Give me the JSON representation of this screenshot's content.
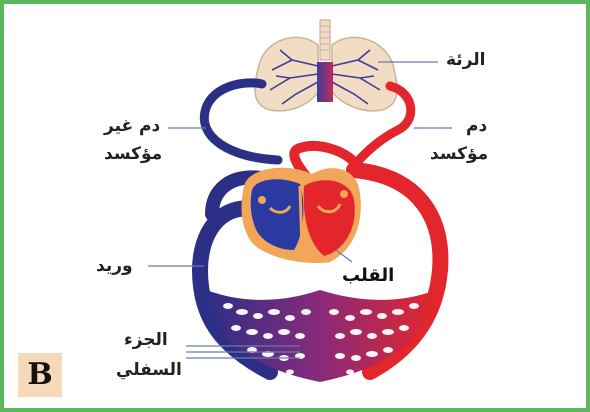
{
  "labels": {
    "lungs": "الرئة",
    "deoxygenated_line1": "دم غير",
    "deoxygenated_line2": "مؤكسد",
    "oxygenated_line1": "دم",
    "oxygenated_line2": "مؤكسد",
    "vein": "وريد",
    "heart": "القلب",
    "lower_body_line1": "الجزء",
    "lower_body_line2": "السفلي"
  },
  "badge": "B",
  "colors": {
    "frame": "#5cb85c",
    "oxygenated": "#e3262b",
    "deoxygenated": "#2b2f86",
    "lungs": "#f3dcc4",
    "heart_outline": "#f2a65a",
    "badge_bg": "#f6d9b8"
  }
}
